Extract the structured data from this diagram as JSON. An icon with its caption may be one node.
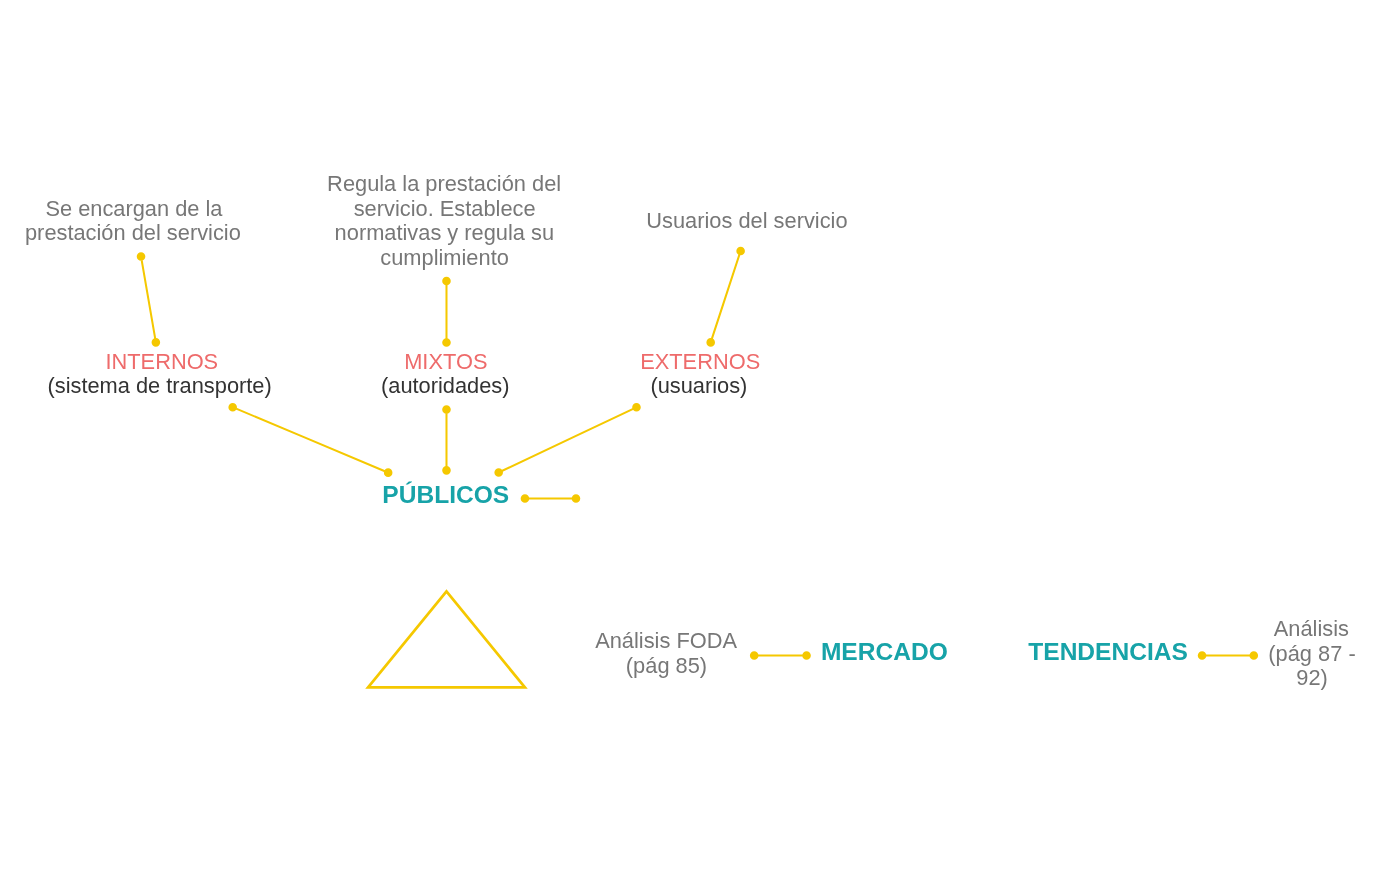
{
  "diagram": {
    "nodes": [
      {
        "text": [
          "Se encargan de la prestación del servicio"
        ]
      },
      {
        "text": [
          "Regula la prestación del servicio. Establece normativas y regula su cumplimiento"
        ]
      },
      {
        "text": [
          "Usuarios del servicio"
        ]
      },
      {
        "text": [
          "INTERNOS",
          "(sistema de transporte)"
        ]
      },
      {
        "text": [
          "MIXTOS",
          "(autoridades)"
        ]
      },
      {
        "text": [
          "EXTERNOS",
          "(usuarios)"
        ]
      },
      {
        "text": [
          "PÚBLICOS"
        ]
      },
      {
        "text": [
          "Análisis FODA (pág 85)"
        ]
      },
      {
        "text": [
          "MERCADO"
        ]
      },
      {
        "text": [],
        "shape": "triangle"
      },
      {
        "text": [
          "TENDENCIAS"
        ]
      },
      {
        "text": [
          "Análisis (pág 87 - 92)"
        ]
      }
    ],
    "edges": [
      {
        "from": 0,
        "to": 3,
        "arrow": "other"
      },
      {
        "from": 1,
        "to": 4,
        "arrow": "other"
      },
      {
        "from": 2,
        "to": 5,
        "arrow": "other"
      },
      {
        "from": 3,
        "to": 6,
        "arrow": "other"
      },
      {
        "from": 4,
        "to": 6,
        "arrow": "other"
      },
      {
        "from": 5,
        "to": 6,
        "arrow": "other"
      },
      {
        "from": 6,
        "to": null,
        "arrow": "other"
      },
      {
        "from": 7,
        "to": 8,
        "arrow": "other"
      },
      {
        "from": 10,
        "to": 11,
        "arrow": "other"
      }
    ]
  }
}
